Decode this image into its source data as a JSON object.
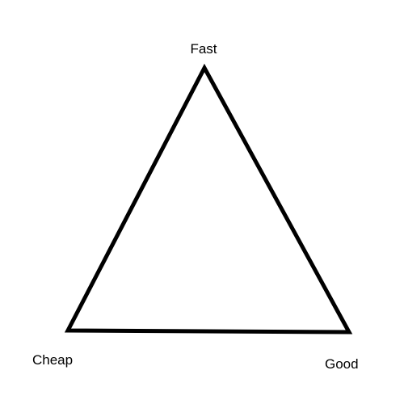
{
  "diagram": {
    "vertices": {
      "top": "Fast",
      "bottom_left": "Cheap",
      "bottom_right": "Good"
    },
    "colors": {
      "background": "#ffffff",
      "stroke": "#000000",
      "text": "#000000"
    }
  }
}
